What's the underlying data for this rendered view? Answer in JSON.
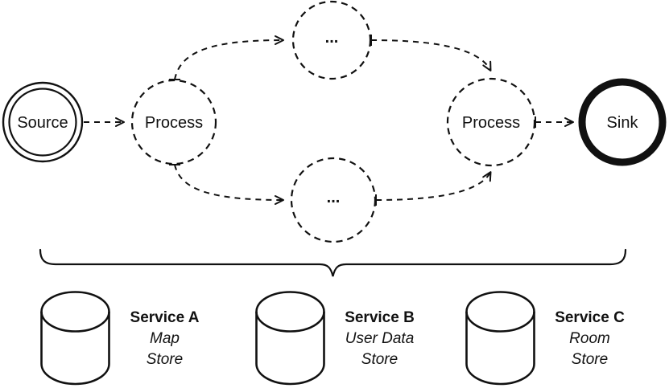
{
  "diagram": {
    "nodes": {
      "source": {
        "label": "Source"
      },
      "process_left": {
        "label": "Process"
      },
      "worker_top": {
        "label": "..."
      },
      "worker_bottom": {
        "label": "..."
      },
      "process_right": {
        "label": "Process"
      },
      "sink": {
        "label": "Sink"
      }
    },
    "colors": {
      "stroke": "#111111",
      "background": "#ffffff"
    }
  },
  "services": [
    {
      "name": "Service A",
      "store": [
        "Map",
        "Store"
      ],
      "icon": "database-cylinder-icon"
    },
    {
      "name": "Service B",
      "store": [
        "User Data",
        "Store"
      ],
      "icon": "database-cylinder-icon"
    },
    {
      "name": "Service C",
      "store": [
        "Room",
        "Store"
      ],
      "icon": "database-cylinder-icon"
    }
  ]
}
